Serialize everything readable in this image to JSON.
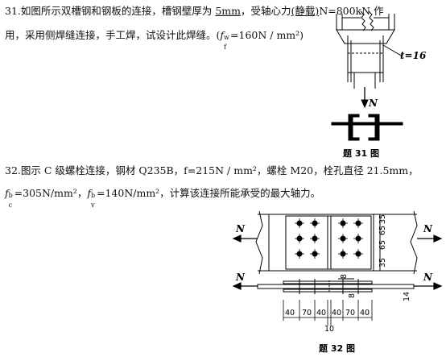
{
  "q31": {
    "line1_a": "31.如图所示双槽钢和钢板的连接，槽钢壁厚为 ",
    "line1_thk": "5mm",
    "line1_b": "，受轴心力",
    "line1_static": "(静载)",
    "line1_c": "N=800kN 作",
    "line2_a": "用，采用侧焊缝连接，手工焊，试设计此焊缝。(",
    "line2_f": "f",
    "line2_sub": "f",
    "line2_sup": "w",
    "line2_b": "=160N / mm²)",
    "fig_t_label": "t=16",
    "fig_N_label": "N",
    "fig_caption": "题 31 图"
  },
  "q32": {
    "line1": "32.图示 C 级螺栓连接，钢材 Q235B，f=215N / mm²，螺栓 M20，栓孔直径 21.5mm，",
    "line2_f1": "f",
    "line2_f1_sub": "c",
    "line2_f1_sup": "b",
    "line2_a": "=305N/mm²，",
    "line2_f2": "f",
    "line2_f2_sub": "v",
    "line2_f2_sup": "b",
    "line2_b": "=140N/mm²，计算该连接所能承受的最大轴力。",
    "fig_N_left_top": "N",
    "fig_N_right_top": "N",
    "fig_N_left_bottom": "N",
    "fig_N_right_bottom": "N",
    "dim_35_top": "35",
    "dim_65_a": "65",
    "dim_65_b": "65",
    "dim_35_bottom": "35",
    "dim_8_a": "8",
    "dim_8_b": "8",
    "dim_14": "14",
    "dim_40_a": "40",
    "dim_70_a": "70",
    "dim_40_b": "40",
    "dim_40_c": "40",
    "dim_70_b": "70",
    "dim_40_d": "40",
    "dim_10": "10",
    "fig_caption": "题 32 图"
  }
}
